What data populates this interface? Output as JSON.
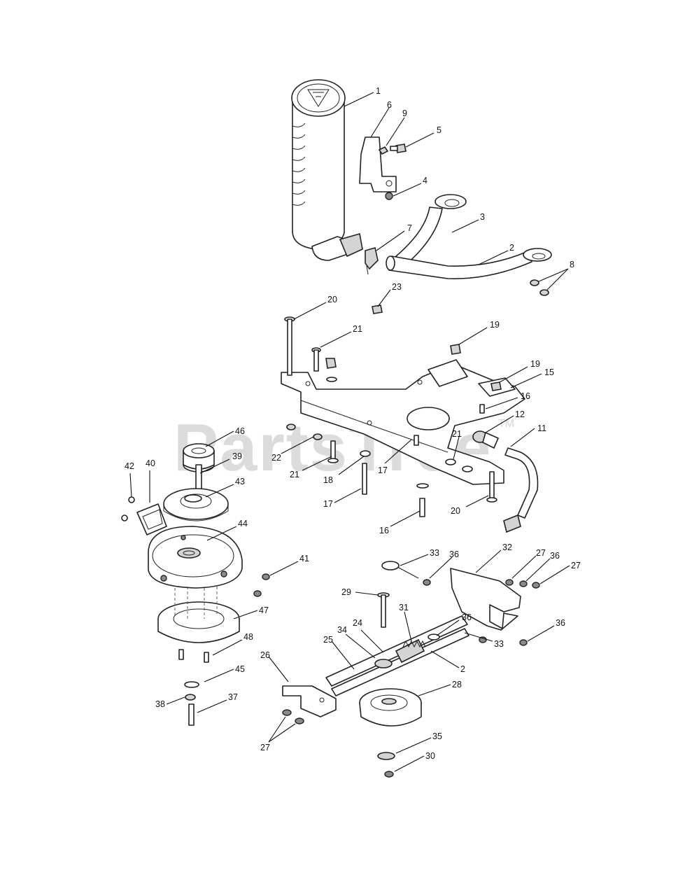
{
  "watermark": {
    "text": "PartsTree",
    "tm": "TM"
  },
  "callouts": [
    {
      "label": "1"
    },
    {
      "label": "6"
    },
    {
      "label": "9"
    },
    {
      "label": "5"
    },
    {
      "label": "4"
    },
    {
      "label": "3"
    },
    {
      "label": "7"
    },
    {
      "label": "2"
    },
    {
      "label": "8"
    },
    {
      "label": "20"
    },
    {
      "label": "23"
    },
    {
      "label": "21"
    },
    {
      "label": "19"
    },
    {
      "label": "19"
    },
    {
      "label": "15"
    },
    {
      "label": "16"
    },
    {
      "label": "12"
    },
    {
      "label": "11"
    },
    {
      "label": "46"
    },
    {
      "label": "22"
    },
    {
      "label": "21"
    },
    {
      "label": "17"
    },
    {
      "label": "39"
    },
    {
      "label": "21"
    },
    {
      "label": "18"
    },
    {
      "label": "42"
    },
    {
      "label": "40"
    },
    {
      "label": "43"
    },
    {
      "label": "17"
    },
    {
      "label": "20"
    },
    {
      "label": "16"
    },
    {
      "label": "44"
    },
    {
      "label": "41"
    },
    {
      "label": "33"
    },
    {
      "label": "36"
    },
    {
      "label": "32"
    },
    {
      "label": "27"
    },
    {
      "label": "36"
    },
    {
      "label": "27"
    },
    {
      "label": "29"
    },
    {
      "label": "31"
    },
    {
      "label": "47"
    },
    {
      "label": "34"
    },
    {
      "label": "24"
    },
    {
      "label": "36"
    },
    {
      "label": "33"
    },
    {
      "label": "36"
    },
    {
      "label": "25"
    },
    {
      "label": "48"
    },
    {
      "label": "2"
    },
    {
      "label": "26"
    },
    {
      "label": "45"
    },
    {
      "label": "38"
    },
    {
      "label": "28"
    },
    {
      "label": "37"
    },
    {
      "label": "27"
    },
    {
      "label": "35"
    },
    {
      "label": "30"
    }
  ]
}
